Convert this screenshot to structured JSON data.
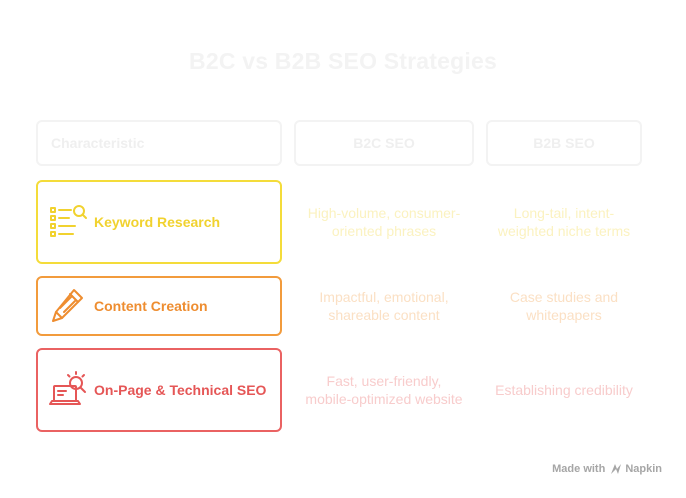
{
  "title": "B2C vs B2B SEO Strategies",
  "header": {
    "characteristic": "Characteristic",
    "b2c": "B2C SEO",
    "b2b": "B2B SEO"
  },
  "rows": [
    {
      "label": "Keyword Research",
      "icon": "keyword-list-search-icon",
      "color": "#f4dc3a",
      "text_color": "#f1d22f",
      "cell_color": "#fbf2c0",
      "b2c": "High-volume, consumer-oriented phrases",
      "b2b": "Long-tail, intent-weighted niche terms"
    },
    {
      "label": "Content Creation",
      "icon": "pencil-edit-icon",
      "color": "#f29b3c",
      "text_color": "#ee8d30",
      "cell_color": "#fbe0c4",
      "b2c": "Impactful, emotional, shareable content",
      "b2b": "Case studies and whitepapers"
    },
    {
      "label": "On-Page & Technical SEO",
      "icon": "laptop-search-icon",
      "color": "#ea6262",
      "text_color": "#e55656",
      "cell_color": "#f8cccc",
      "b2c": "Fast, user-friendly, mobile-optimized website",
      "b2b": "Establishing credibility"
    }
  ],
  "footer": {
    "made_with": "Made with",
    "brand": "Napkin",
    "icon": "napkin-logo-icon",
    "color": "#a6a6a6"
  }
}
